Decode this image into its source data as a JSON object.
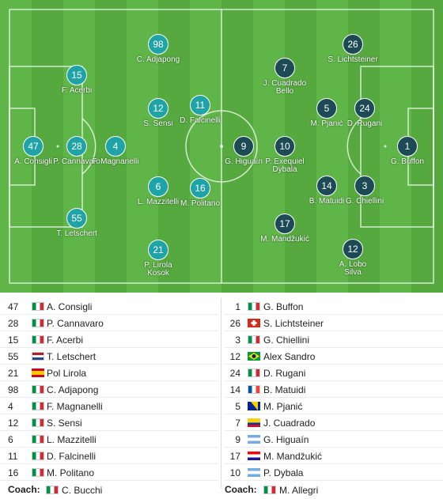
{
  "home_players": [
    {
      "num": "98",
      "name": "C. Adjapong"
    },
    {
      "num": "15",
      "name": "F. Acerbi"
    },
    {
      "num": "12",
      "name": "S. Sensi"
    },
    {
      "num": "11",
      "name": "D. Falcinelli"
    },
    {
      "num": "47",
      "name": "A. Consigli"
    },
    {
      "num": "28",
      "name": "P. Cannavaro"
    },
    {
      "num": "4",
      "name": "F. Magnanelli"
    },
    {
      "num": "6",
      "name": "L. Mazzitelli"
    },
    {
      "num": "16",
      "name": "M. Politano"
    },
    {
      "num": "55",
      "name": "T. Letschert"
    },
    {
      "num": "21",
      "name": "P. Lirola Kosok"
    }
  ],
  "away_players": [
    {
      "num": "26",
      "name": "S. Lichtsteiner"
    },
    {
      "num": "7",
      "name": "J. Cuadrado Bello"
    },
    {
      "num": "5",
      "name": "M. Pjanić"
    },
    {
      "num": "24",
      "name": "D. Rugani"
    },
    {
      "num": "9",
      "name": "G. Higuaín"
    },
    {
      "num": "10",
      "name": "P. Exequiel Dybala"
    },
    {
      "num": "1",
      "name": "G. Buffon"
    },
    {
      "num": "14",
      "name": "B. Matuidi"
    },
    {
      "num": "3",
      "name": "G. Chiellini"
    },
    {
      "num": "17",
      "name": "M. Mandžukić"
    },
    {
      "num": "12",
      "name": "A. Lobo Silva"
    }
  ],
  "home_list": [
    {
      "num": "47",
      "name": "A. Consigli",
      "flag": "italy"
    },
    {
      "num": "28",
      "name": "P. Cannavaro",
      "flag": "italy"
    },
    {
      "num": "15",
      "name": "F. Acerbi",
      "flag": "italy"
    },
    {
      "num": "55",
      "name": "T. Letschert",
      "flag": "netherlands"
    },
    {
      "num": "21",
      "name": "Pol Lirola",
      "flag": "spain"
    },
    {
      "num": "98",
      "name": "C. Adjapong",
      "flag": "italy"
    },
    {
      "num": "4",
      "name": "F. Magnanelli",
      "flag": "italy"
    },
    {
      "num": "12",
      "name": "S. Sensi",
      "flag": "italy"
    },
    {
      "num": "6",
      "name": "L. Mazzitelli",
      "flag": "italy"
    },
    {
      "num": "11",
      "name": "D. Falcinelli",
      "flag": "italy"
    },
    {
      "num": "16",
      "name": "M. Politano",
      "flag": "italy"
    }
  ],
  "away_list": [
    {
      "num": "1",
      "name": "G. Buffon",
      "flag": "italy"
    },
    {
      "num": "26",
      "name": "S. Lichtsteiner",
      "flag": "switzerland"
    },
    {
      "num": "3",
      "name": "G. Chiellini",
      "flag": "italy"
    },
    {
      "num": "12",
      "name": "Alex Sandro",
      "flag": "brazil"
    },
    {
      "num": "24",
      "name": "D. Rugani",
      "flag": "italy"
    },
    {
      "num": "14",
      "name": "B. Matuidi",
      "flag": "france"
    },
    {
      "num": "5",
      "name": "M. Pjanić",
      "flag": "bosnia"
    },
    {
      "num": "7",
      "name": "J. Cuadrado",
      "flag": "colombia"
    },
    {
      "num": "9",
      "name": "G. Higuaín",
      "flag": "argentina"
    },
    {
      "num": "17",
      "name": "M. Mandžukić",
      "flag": "croatia"
    },
    {
      "num": "10",
      "name": "P. Dybala",
      "flag": "argentina"
    }
  ],
  "coach_label": "Coach:",
  "home_coach": {
    "name": "C. Bucchi",
    "flag": "italy"
  },
  "away_coach": {
    "name": "M. Allegri",
    "flag": "italy"
  },
  "colors": {
    "home": "#1fa3a6",
    "away": "#1c4a55",
    "pitch_light": "#5fb548",
    "pitch_dark": "#55a93f"
  }
}
